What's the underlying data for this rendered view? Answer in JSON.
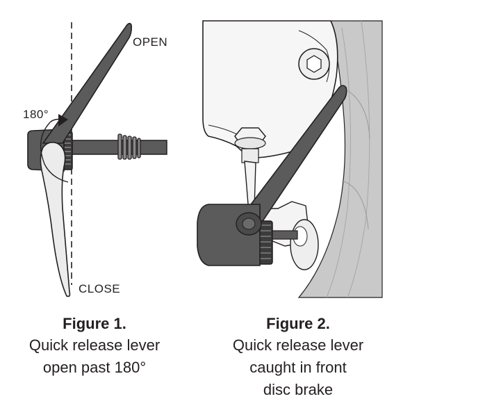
{
  "figure1": {
    "label_open": "OPEN",
    "label_close": "CLOSE",
    "label_angle": "180°",
    "caption_title": "Figure 1.",
    "caption_lines": [
      "Quick release lever",
      "open past 180°"
    ]
  },
  "figure2": {
    "caption_title": "Figure 2.",
    "caption_lines": [
      "Quick release lever",
      "caught in front",
      "disc brake"
    ]
  },
  "colors": {
    "lever_dark": "#5b5b5b",
    "lever_light": "#ececec",
    "outline": "#231f20",
    "disc_rotor": "#c9c9c9"
  }
}
